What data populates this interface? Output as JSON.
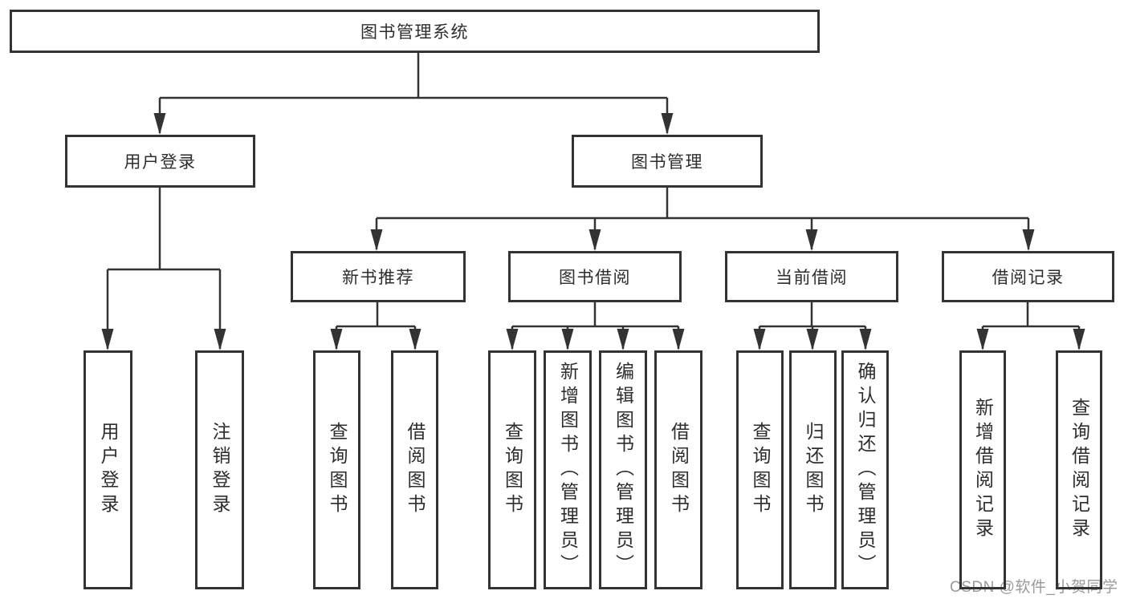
{
  "colors": {
    "line": "#333333",
    "border": "#333333",
    "text": "#2d2d2d",
    "watermark": "#9a9a9a",
    "background": "#ffffff"
  },
  "watermark": {
    "text": "CSDN @软件_小贺同学"
  },
  "tree": {
    "label": "图书管理系统",
    "children": [
      {
        "label": "用户登录",
        "children": [
          {
            "label": "用户登录"
          },
          {
            "label": "注销登录"
          }
        ]
      },
      {
        "label": "图书管理",
        "children": [
          {
            "label": "新书推荐",
            "children": [
              {
                "label": "查询图书"
              },
              {
                "label": "借阅图书"
              }
            ]
          },
          {
            "label": "图书借阅",
            "children": [
              {
                "label": "查询图书"
              },
              {
                "label": "新增图书（管理员）"
              },
              {
                "label": "编辑图书（管理员）"
              },
              {
                "label": "借阅图书"
              }
            ]
          },
          {
            "label": "当前借阅",
            "children": [
              {
                "label": "查询图书"
              },
              {
                "label": "归还图书"
              },
              {
                "label": "确认归还（管理员）"
              }
            ]
          },
          {
            "label": "借阅记录",
            "children": [
              {
                "label": "新增借阅记录"
              },
              {
                "label": "查询借阅记录"
              }
            ]
          }
        ]
      }
    ]
  }
}
